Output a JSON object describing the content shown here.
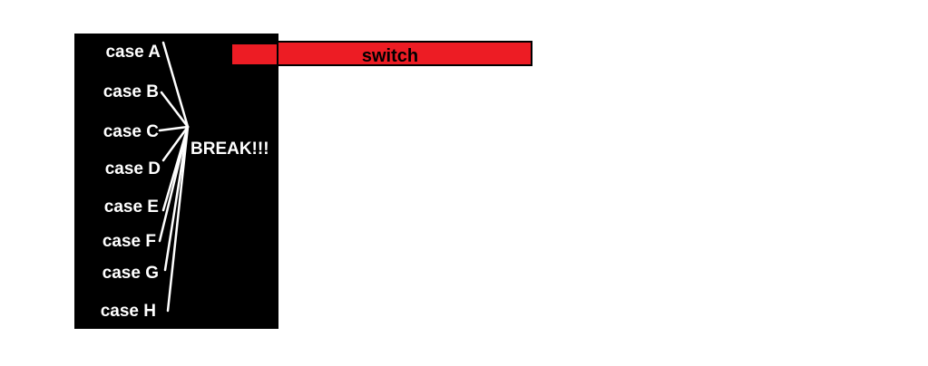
{
  "cases": [
    {
      "label": "case A"
    },
    {
      "label": "case B"
    },
    {
      "label": "case C"
    },
    {
      "label": "case D"
    },
    {
      "label": "case E"
    },
    {
      "label": "case F"
    },
    {
      "label": "case G"
    },
    {
      "label": "case H"
    }
  ],
  "break_label": "BREAK!!!",
  "switch_label": "switch",
  "colors": {
    "page_background": "#ffffff",
    "panel_background": "#000000",
    "text_on_panel": "#ffffff",
    "connector_lines": "#ffffff",
    "switch_fill": "#ed1c24",
    "switch_border": "#000000",
    "switch_text": "#000000"
  }
}
